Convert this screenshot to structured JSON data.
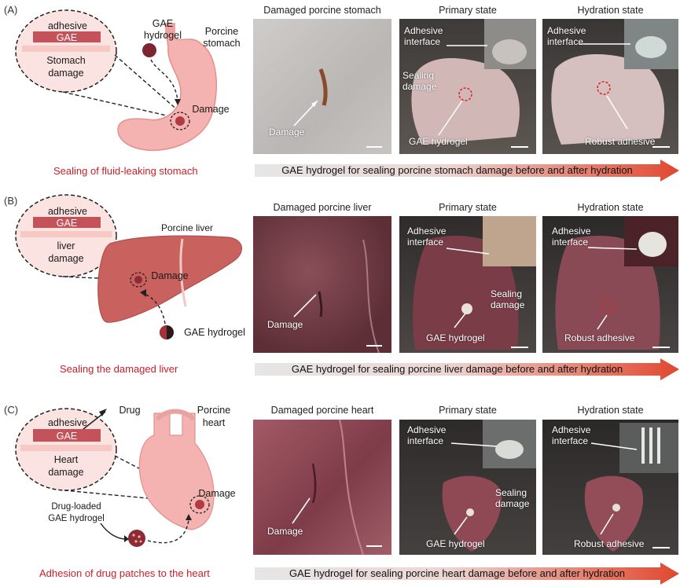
{
  "panels": [
    {
      "letter": "(A)",
      "schematic": {
        "bubble_top": "adhesive",
        "bubble_band": "GAE",
        "bubble_bottom_1": "Stomach",
        "bubble_bottom_2": "damage",
        "hydrogel_label_1": "GAE",
        "hydrogel_label_2": "hydrogel",
        "organ_label_1": "Porcine",
        "organ_label_2": "stomach",
        "damage_label": "Damage"
      },
      "caption": "Sealing of fluid-leaking stomach",
      "photos": {
        "damaged_title": "Damaged porcine stomach",
        "damaged_ann": "Damage",
        "primary_title": "Primary state",
        "primary_ann_interface_1": "Adhesive",
        "primary_ann_interface_2": "interface",
        "primary_ann_sealing_1": "Sealing",
        "primary_ann_sealing_2": "damage",
        "primary_ann_gel": "GAE hydrogel",
        "hydration_title": "Hydration state",
        "hydration_ann_interface_1": "Adhesive",
        "hydration_ann_interface_2": "interface",
        "hydration_ann_robust": "Robust adhesive"
      },
      "banner": "GAE hydrogel for sealing porcine stomach damage before and after hydration"
    },
    {
      "letter": "(B)",
      "schematic": {
        "bubble_top": "adhesive",
        "bubble_band": "GAE",
        "bubble_bottom_1": "liver",
        "bubble_bottom_2": "damage",
        "organ_label": "Porcine liver",
        "damage_label": "Damage",
        "hydrogel_label": "GAE hydrogel"
      },
      "caption": "Sealing the damaged liver",
      "photos": {
        "damaged_title": "Damaged porcine liver",
        "damaged_ann": "Damage",
        "primary_title": "Primary state",
        "primary_ann_interface_1": "Adhesive",
        "primary_ann_interface_2": "interface",
        "primary_ann_sealing_1": "Sealing",
        "primary_ann_sealing_2": "damage",
        "primary_ann_gel": "GAE hydrogel",
        "hydration_title": "Hydration state",
        "hydration_ann_interface_1": "Adhesive",
        "hydration_ann_interface_2": "interface",
        "hydration_ann_robust": "Robust adhesive"
      },
      "banner": "GAE hydrogel for sealing porcine liver damage before and after hydration"
    },
    {
      "letter": "(C)",
      "schematic": {
        "bubble_top": "adhesive",
        "bubble_band": "GAE",
        "bubble_bottom_1": "Heart",
        "bubble_bottom_2": "damage",
        "drug_label": "Drug",
        "organ_label_1": "Porcine",
        "organ_label_2": "heart",
        "damage_label": "Damage",
        "hydrogel_label_1": "Drug-loaded",
        "hydrogel_label_2": "GAE hydrogel"
      },
      "caption": "Adhesion of drug patches to the heart",
      "photos": {
        "damaged_title": "Damaged porcine heart",
        "damaged_ann": "Damage",
        "primary_title": "Primary state",
        "primary_ann_interface_1": "Adhesive",
        "primary_ann_interface_2": "interface",
        "primary_ann_sealing_1": "Sealing",
        "primary_ann_sealing_2": "damage",
        "primary_ann_gel": "GAE hydrogel",
        "hydration_title": "Hydration state",
        "hydration_ann_interface_1": "Adhesive",
        "hydration_ann_interface_2": "interface",
        "hydration_ann_robust": "Robust adhesive"
      },
      "banner": "GAE hydrogel for sealing porcine heart damage before and after hydration"
    }
  ],
  "colors": {
    "caption_red": "#c8202a",
    "organ_pink": "#f4b3b0",
    "gel_dark": "#8e2a33",
    "band_red": "#c3525b"
  }
}
